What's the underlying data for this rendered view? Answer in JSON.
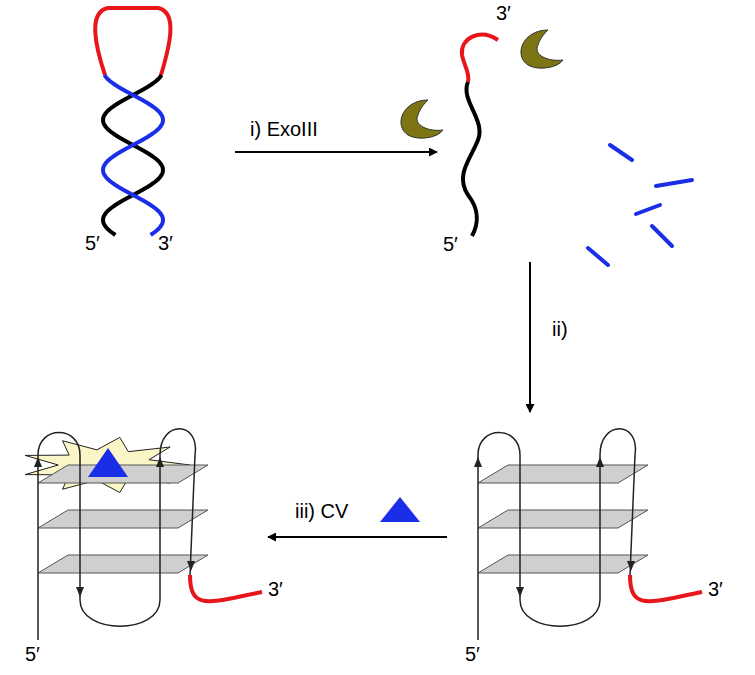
{
  "diagram": {
    "labels": [
      "5′",
      "3′",
      "i) ExoIII",
      "3′",
      "5′",
      "ii)",
      "iii) CV",
      "5′",
      "3′",
      "5′",
      "3′"
    ]
  }
}
